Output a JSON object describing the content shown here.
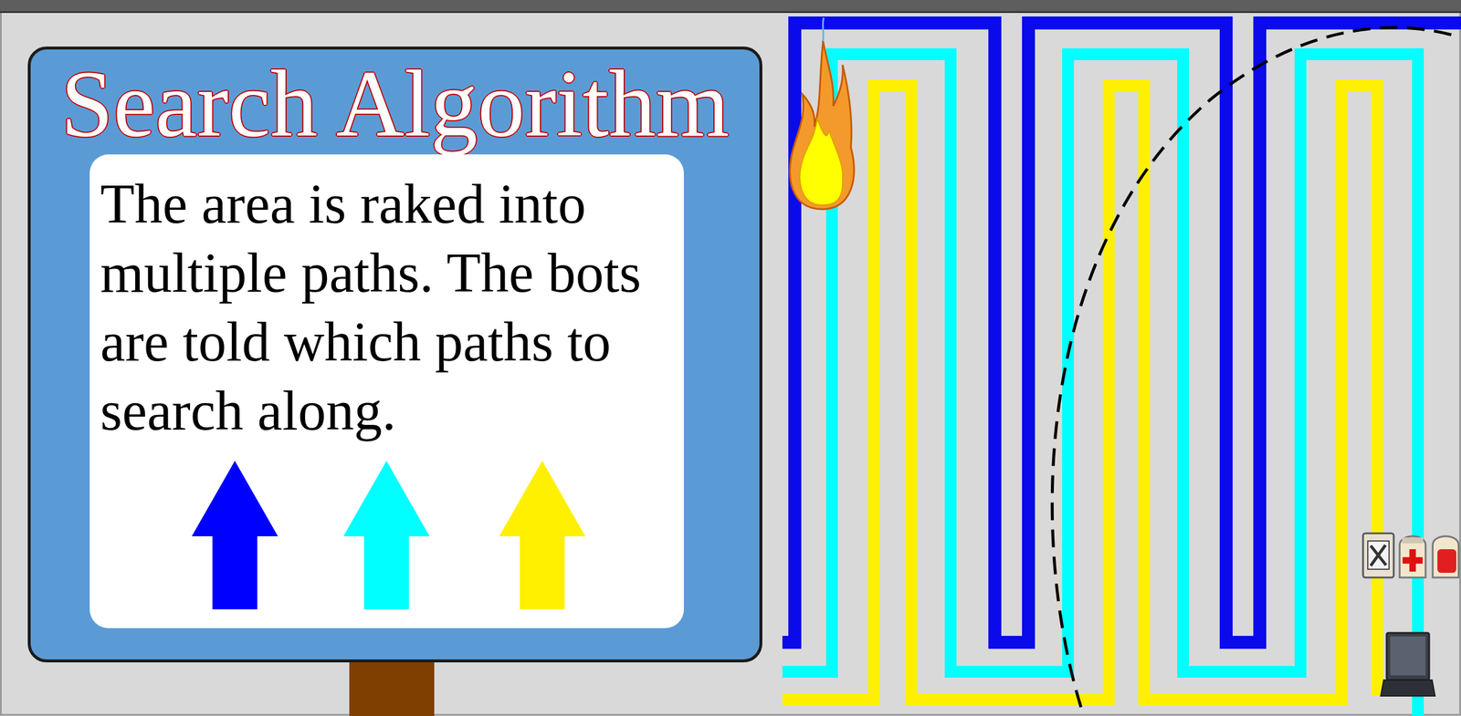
{
  "diagram": {
    "nodes": [
      {
        "text": [
          "Search Algorithm"
        ]
      },
      {
        "text": [
          "The area is raked into multiple paths. The bots are told which paths to search along."
        ],
        "in": 0
      }
    ]
  }
}
